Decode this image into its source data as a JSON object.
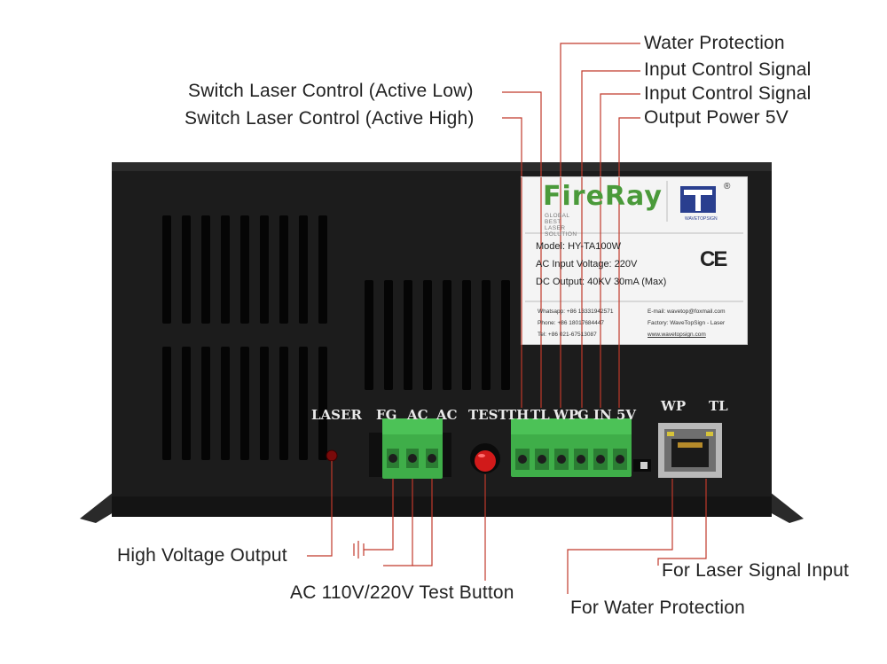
{
  "callouts": {
    "water_protection": "Water Protection",
    "input_control_1": "Input Control Signal",
    "input_control_2": "Input Control Signal",
    "output_power": "Output Power 5V",
    "switch_low": "Switch Laser Control (Active Low)",
    "switch_high": "Switch Laser Control (Active High)",
    "high_voltage": "High Voltage Output",
    "ac_test": "AC 110V/220V Test Button",
    "laser_signal": "For Laser Signal Input",
    "water_port": "For Water Protection"
  },
  "panel": {
    "laser": "LASER",
    "fg": "FG",
    "ac1": "AC",
    "ac2": "AC",
    "test": "TEST",
    "th": "TH",
    "tl": "TL",
    "wp": "WP",
    "g": "G",
    "in": "IN",
    "v5": "5V",
    "port_wp": "WP",
    "port_tl": "TL"
  },
  "sticker": {
    "brand": "FireRay",
    "tagline": "GLOBAL BEST LASER SOLUTION",
    "logo_sub": "WAVETOPSIGN",
    "registered": "®",
    "model": "Model: HY-TA100W",
    "ac_input": "AC Input Voltage: 220V",
    "dc_output": "DC Output: 40KV 30mA (Max)",
    "ce": "CE",
    "whatsapp": "Whatsapp: +86 13331942571",
    "phone": "Phone: +86 18017684447",
    "tel": "Tel: +86 021-67513087",
    "email": "E-mail: wavetop@foxmail.com",
    "factory": "Factory: WaveTopSign - Laser",
    "website": "www.wavetopsign.com"
  },
  "colors": {
    "leader_line": "#c0392b",
    "chassis": "#1c1c1c",
    "terminal_green": "#3fae49",
    "test_button": "#d11a1a",
    "brand_green": "#4a9a3a"
  }
}
